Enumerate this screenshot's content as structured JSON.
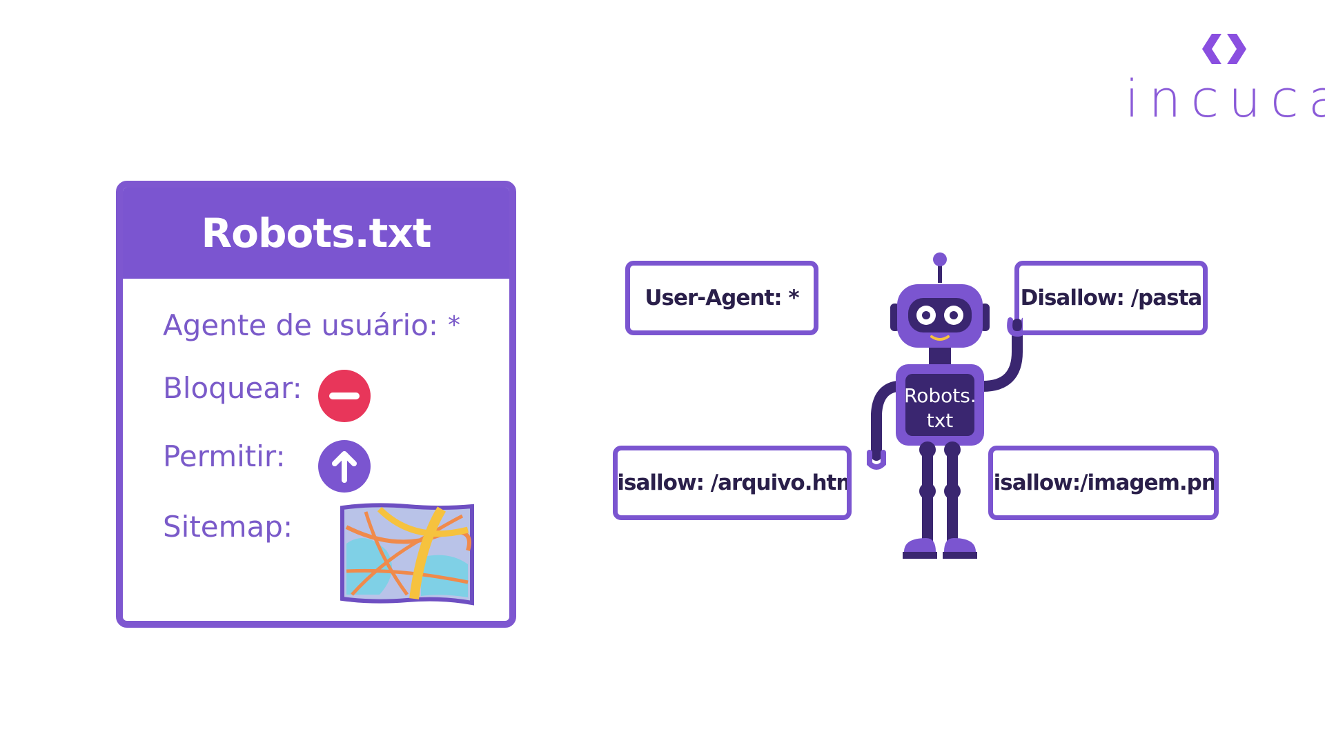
{
  "brand": {
    "name": "incuca",
    "color": "#8a5ad8",
    "mark_icon": "chevron-code-icon"
  },
  "card": {
    "title": "Robots.txt",
    "header_color": "#7b55d0",
    "rows": [
      {
        "label": "Agente de usuário:",
        "value": "*"
      },
      {
        "label": "Bloquear:",
        "icon": "minus-circle-icon",
        "icon_color": "#e8365a"
      },
      {
        "label": "Permitir:",
        "icon": "arrow-up-circle-icon",
        "icon_color": "#7b55d0"
      },
      {
        "label": "Sitemap:",
        "icon": "map-icon"
      }
    ]
  },
  "robot": {
    "chest_line1": "Robots.",
    "chest_line2": "txt",
    "body_color": "#7b55d0",
    "dark_color": "#3a2670"
  },
  "tags": {
    "user_agent": "User-Agent: *",
    "disallow_pasta": "Disallow: /pasta",
    "disallow_arquivo": "Disallow: /arquivo.html",
    "disallow_imagem": "Disallow:/imagem.png"
  }
}
